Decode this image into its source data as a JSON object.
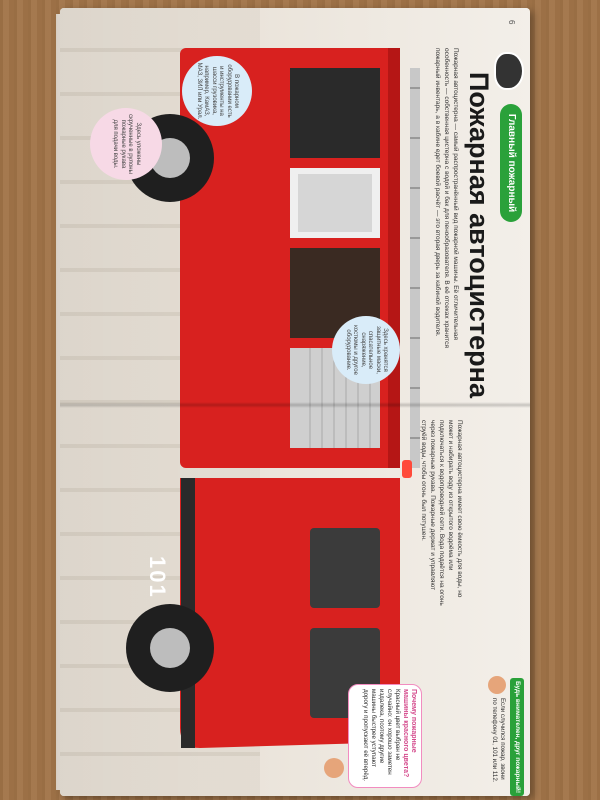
{
  "page": {
    "header_tab": "Главный пожарный",
    "title": "Пожарная автоцистерна",
    "page_number_left": "6",
    "intro_text": "Пожарная автоцистерна — самый распространённый вид пожарной машины. Её отличительная особенность — собственная цистерна с водой и бак для пенообразователя. В её отсеках хранится пожарный инвентарь, а в кабине едет боевой расчёт — это вторая дверь за кабиной водителя.",
    "right_text": "Пожарная автоцистерна имеет свою ёмкость для воды, но может и набирать воду из открытого водоёма или подключаться к водопроводной сети. Вода подаётся на огонь через пожарные рукава. Пожарные держат и управляют струёй воды, чтобы огонь был потушен.",
    "bubble_equipment": "В пожарном оборудовании есть и инструменты на шасси грузовика, например, КамАЗ, МАЗ, ЗИЛ или Урал.",
    "bubble_suits": "Здесь хранятся защитные маски, спасательное снаряжение, костюмы и другое оборудование.",
    "bubble_hoses": "Здесь уложены скрученные в рулоны пожарные рукава для подачи воды.",
    "remember_label": "Будь внимателен, друг пожарный!",
    "remember_text": "Если случился пожар, звони по телефону 01, 101 или 112.",
    "why_red_title": "Почему пожарные машины красного цвета?",
    "why_red_text": "Красный цвет выбран не случайно: он хорошо заметен издалека, поэтому другие машины быстрее уступают дорогу и пропускают её вперёд.",
    "truck_number": "101"
  },
  "colors": {
    "truck_red": "#d8211f",
    "green_accent": "#2aa13a",
    "pink_accent": "#f28cc0",
    "bubble_blue": "#d9ecf9"
  }
}
